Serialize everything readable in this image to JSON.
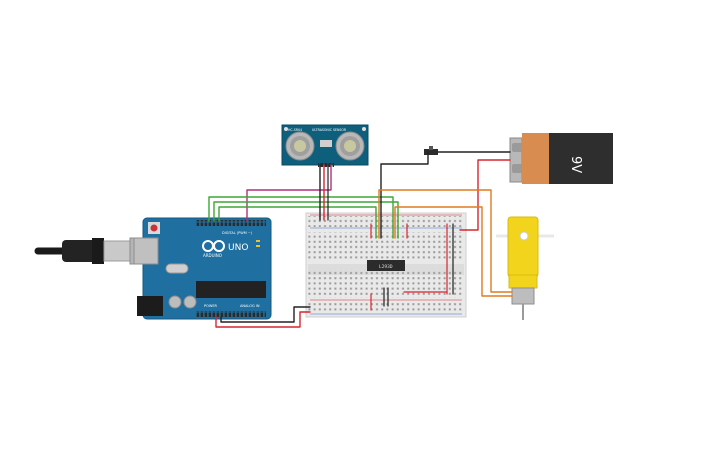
{
  "arduino": {
    "logo_text": "UNO",
    "brand_text": "ARDUINO",
    "digital_label": "DIGITAL (PWM ~)",
    "power_label": "POWER",
    "analog_label": "ANALOG IN"
  },
  "sensor": {
    "model_label": "HC-SR04",
    "title_text": "ULTRASONIC SENSOR"
  },
  "driver_chip": {
    "label": "L293D"
  },
  "battery": {
    "voltage_label": "9V"
  },
  "colors": {
    "arduino_blue": "#1f6fa0",
    "sensor_teal": "#0e5f7c",
    "battery_orange": "#d98c50",
    "battery_black": "#2e2e2e",
    "motor_yellow": "#f2d41c",
    "wire_red": "#d7262d",
    "wire_black": "#222222",
    "wire_green": "#3fa535",
    "wire_magenta": "#b0307a",
    "wire_orange": "#e07a1f"
  }
}
